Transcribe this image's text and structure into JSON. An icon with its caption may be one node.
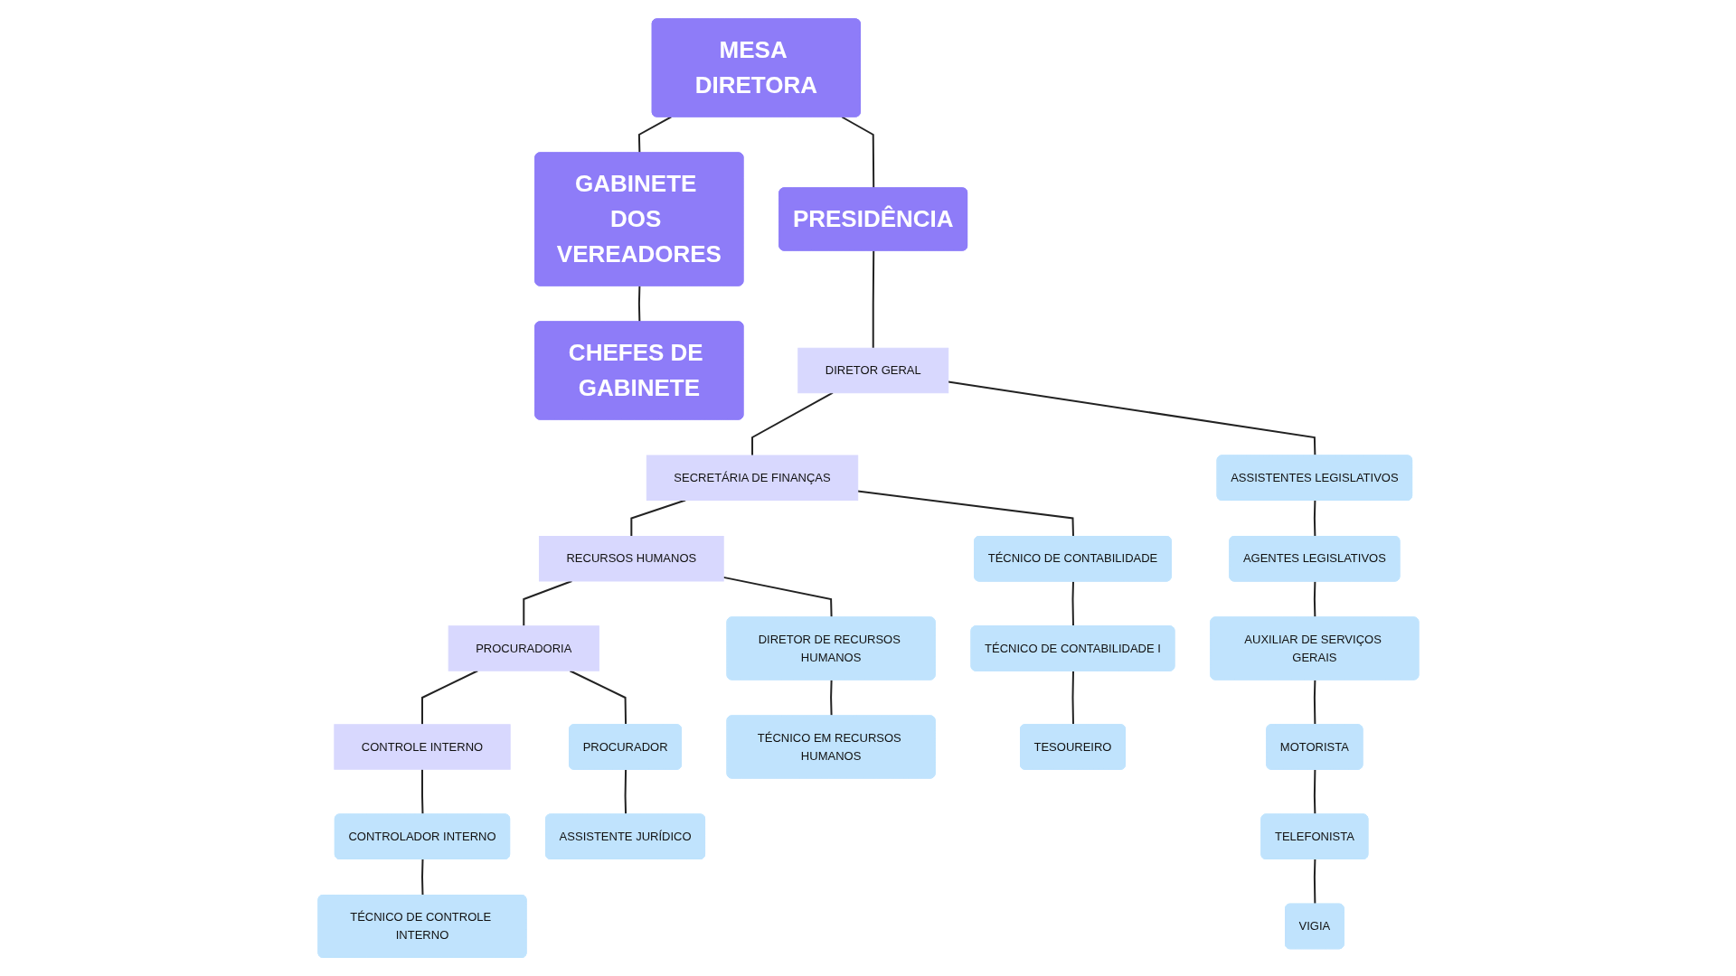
{
  "diagram": {
    "nodes": [
      {
        "text": [
          "MESA DIRETORA"
        ]
      },
      {
        "text": [
          "GABINETE DOS VEREADORES"
        ]
      },
      {
        "text": [
          "PRESIDÊNCIA"
        ]
      },
      {
        "text": [
          "CHEFES DE GABINETE"
        ]
      },
      {
        "text": [
          "DIRETOR GERAL"
        ]
      },
      {
        "text": [
          "SECRETÁRIA DE FINANÇAS"
        ]
      },
      {
        "text": [
          "RECURSOS HUMANOS"
        ]
      },
      {
        "text": [
          "PROCURADORIA"
        ]
      },
      {
        "text": [
          "CONTROLE INTERNO"
        ]
      },
      {
        "text": [
          "ASSISTENTES LEGISLATIVOS"
        ]
      },
      {
        "text": [
          "TÉCNICO DE CONTABILIDADE"
        ]
      },
      {
        "text": [
          "DIRETOR DE RECURSOS HUMANOS"
        ]
      },
      {
        "text": [
          "PROCURADOR"
        ]
      },
      {
        "text": [
          "CONTROLADOR INTERNO"
        ]
      },
      {
        "text": [
          "AGENTES LEGISLATIVOS"
        ]
      },
      {
        "text": [
          "TÉCNICO DE CONTABILIDADE I"
        ]
      },
      {
        "text": [
          "TÉCNICO EM RECURSOS HUMANOS"
        ]
      },
      {
        "text": [
          "ASSISTENTE JURÍDICO"
        ]
      },
      {
        "text": [
          "TÉCNICO DE CONTROLE INTERNO"
        ]
      },
      {
        "text": [
          "AUXILIAR DE SERVIÇOS GERAIS"
        ]
      },
      {
        "text": [
          "TESOUREIRO"
        ]
      },
      {
        "text": [
          "MOTORISTA"
        ]
      },
      {
        "text": [
          "TELEFONISTA"
        ]
      },
      {
        "text": [
          "VIGIA"
        ]
      }
    ],
    "edges": [
      {
        "from": 0,
        "to": 1,
        "arrow": "none"
      },
      {
        "from": 0,
        "to": 2,
        "arrow": "none"
      },
      {
        "from": 1,
        "to": 3,
        "arrow": "none"
      },
      {
        "from": 2,
        "to": 4,
        "arrow": "none"
      },
      {
        "from": 4,
        "to": 5,
        "arrow": "none"
      },
      {
        "from": 5,
        "to": 6,
        "arrow": "none"
      },
      {
        "from": 6,
        "to": 7,
        "arrow": "none"
      },
      {
        "from": 7,
        "to": 8,
        "arrow": "none"
      },
      {
        "from": 4,
        "to": 9,
        "arrow": "none"
      },
      {
        "from": 9,
        "to": 14,
        "arrow": "none"
      },
      {
        "from": 14,
        "to": 19,
        "arrow": "none"
      },
      {
        "from": 19,
        "to": 21,
        "arrow": "none"
      },
      {
        "from": 21,
        "to": 22,
        "arrow": "none"
      },
      {
        "from": 22,
        "to": 23,
        "arrow": "none"
      },
      {
        "from": 5,
        "to": 10,
        "arrow": "none"
      },
      {
        "from": 10,
        "to": 15,
        "arrow": "none"
      },
      {
        "from": 15,
        "to": 20,
        "arrow": "none"
      },
      {
        "from": 6,
        "to": 11,
        "arrow": "none"
      },
      {
        "from": 11,
        "to": 16,
        "arrow": "none"
      },
      {
        "from": 7,
        "to": 12,
        "arrow": "none"
      },
      {
        "from": 12,
        "to": 17,
        "arrow": "none"
      },
      {
        "from": 8,
        "to": 13,
        "arrow": "none"
      },
      {
        "from": 13,
        "to": 18,
        "arrow": "none"
      }
    ]
  }
}
